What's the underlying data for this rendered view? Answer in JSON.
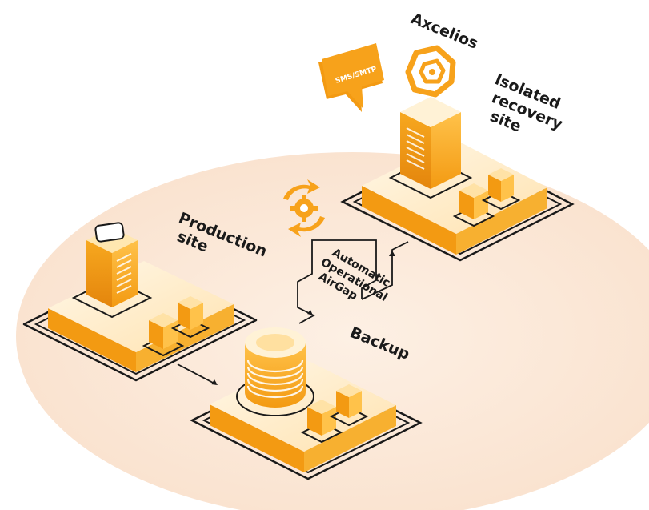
{
  "labels": {
    "axcelios": "Axcelios",
    "sms": "SMS/SMTP",
    "isolated_line1": "Isolated",
    "isolated_line2": "recovery",
    "isolated_line3": "site",
    "production_line1": "Production",
    "production_line2": "site",
    "airgap_line1": "Automatic",
    "airgap_line2": "Operational",
    "airgap_line3": "AirGap",
    "backup": "Backup"
  },
  "colors": {
    "orange": "#F7A21B",
    "orange_dark": "#E8890F",
    "orange_light": "#FFC75A",
    "cream": "#FCE8D6",
    "line": "#1a1a1a"
  },
  "icons": {
    "logo": "axcelios-logo-icon",
    "sync": "gear-sync-icon",
    "message": "chat-bubble-icon"
  }
}
